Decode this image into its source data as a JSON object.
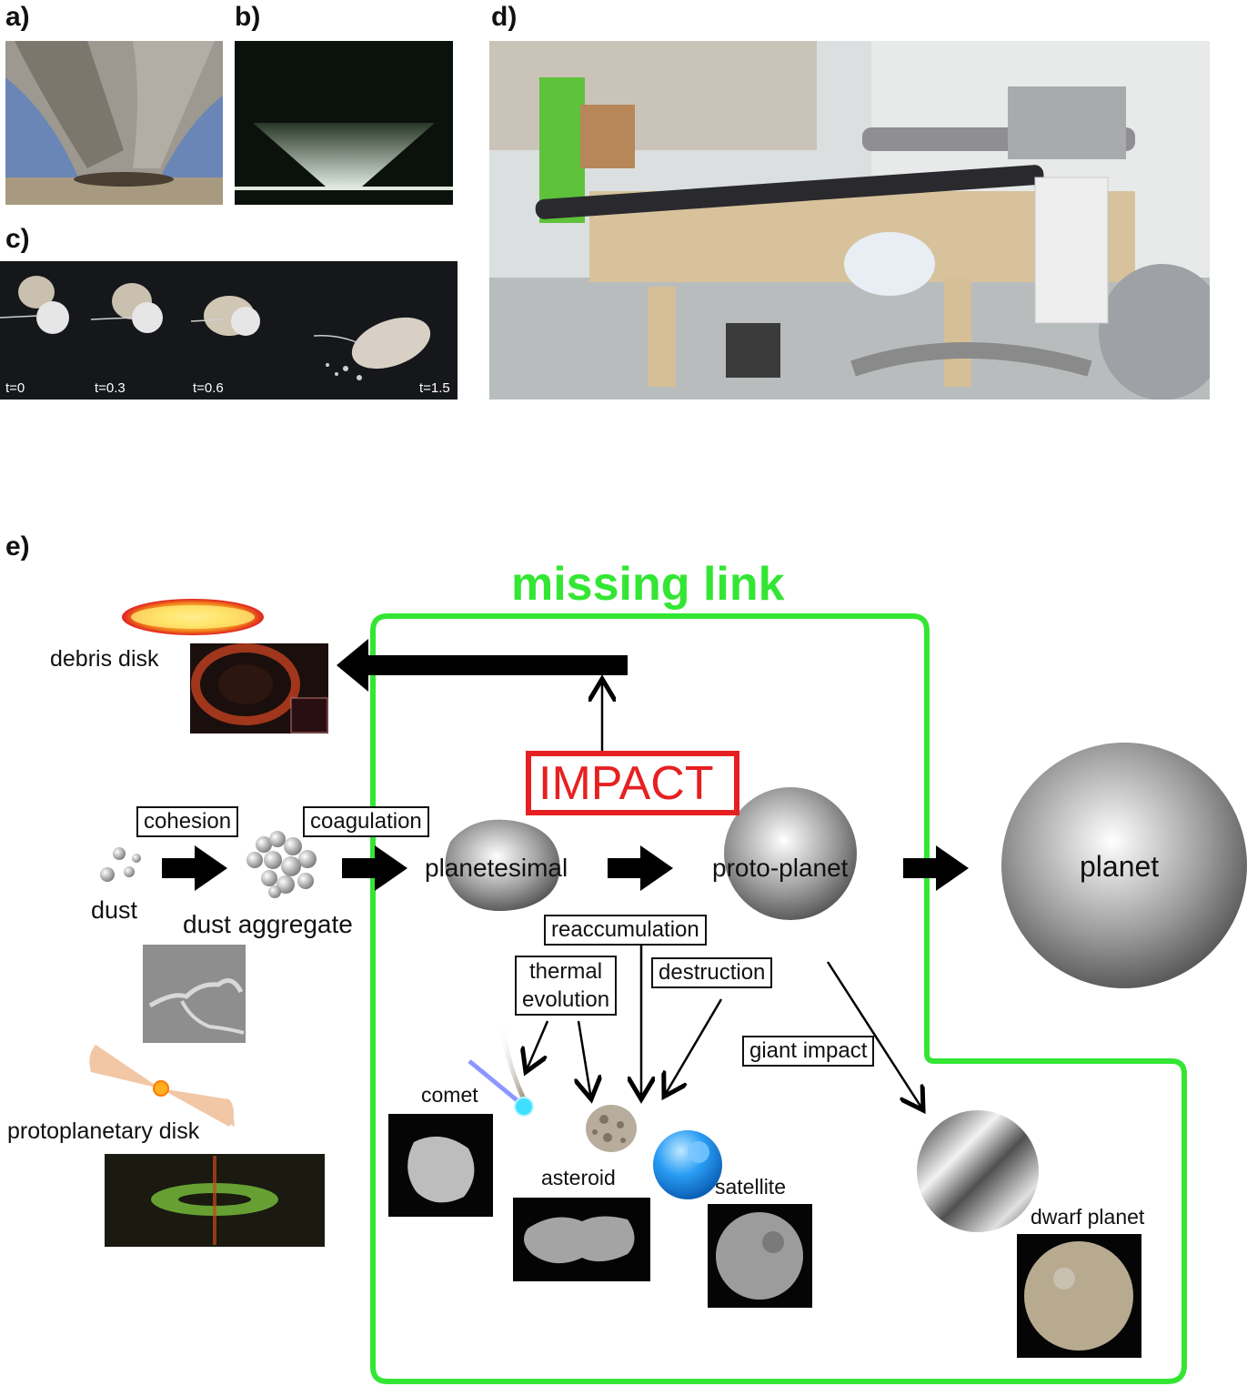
{
  "panels": {
    "a": "a)",
    "b": "b)",
    "c": "c)",
    "d": "d)",
    "e": "e)"
  },
  "panel_c_times": [
    "t=0",
    "t=0.3",
    "t=0.6",
    "t=1.5"
  ],
  "diagram": {
    "title": "missing link",
    "impact": "IMPACT",
    "process_boxes": {
      "cohesion": "cohesion",
      "coagulation": "coagulation",
      "reaccumulation": "reaccumulation",
      "thermal_evolution_1": "thermal",
      "thermal_evolution_2": "evolution",
      "destruction": "destruction",
      "giant_impact": "giant impact"
    },
    "bodies": {
      "dust": "dust",
      "dust_aggregate": "dust aggregate",
      "planetesimal": "planetesimal",
      "proto_planet": "proto-planet",
      "planet": "planet",
      "debris_disk": "debris disk",
      "protoplanetary_disk": "protoplanetary disk",
      "comet": "comet",
      "asteroid": "asteroid",
      "satellite": "satellite",
      "dwarf_planet": "dwarf planet"
    },
    "colors": {
      "missing_link": "#33e633",
      "impact": "#e62020",
      "arrow": "#000000"
    }
  }
}
